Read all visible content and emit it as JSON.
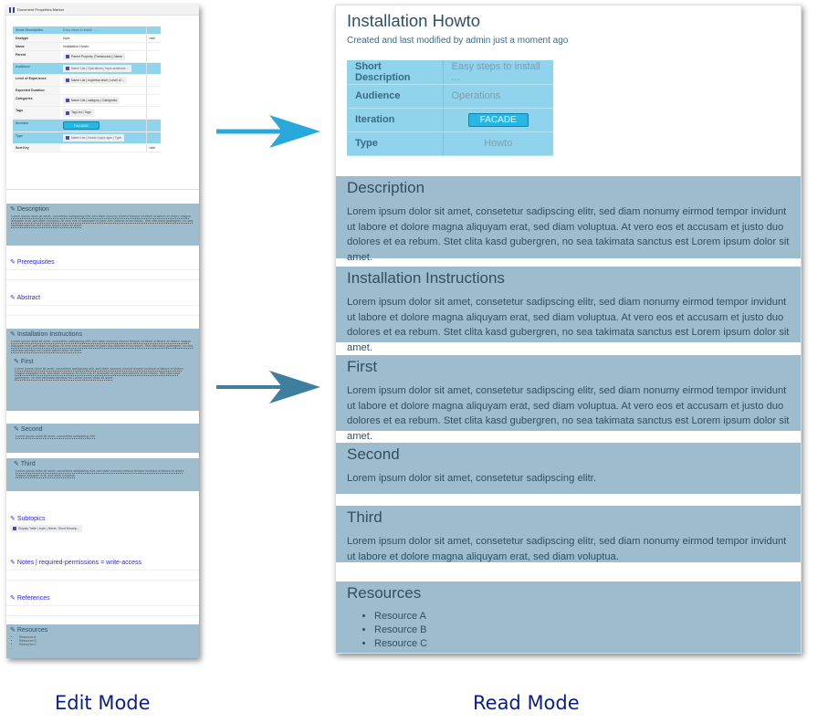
{
  "edit": {
    "title": "Document Properties Marker",
    "props": [
      {
        "k": "Short Description",
        "v": "Easy steps to install ...",
        "hl": true
      },
      {
        "k": "Doctype",
        "v": "topic",
        "hide": "hide"
      },
      {
        "k": "Name",
        "v": "Installation Howto"
      },
      {
        "k": "Parent",
        "chip": "Parent Property (Translusion) | Name"
      },
      {
        "k": "Audience",
        "chip": "Name List | Operations | topic-audience ...",
        "hl": true
      },
      {
        "k": "Level of Experience",
        "chip": "Name List | expertise-level | Level of ..."
      },
      {
        "k": "Expected Duration",
        "v": ""
      },
      {
        "k": "Categories",
        "chip": "Name List | category | Categories"
      },
      {
        "k": "Tags",
        "chip": "Tag List | Tags"
      },
      {
        "k": "Iteration",
        "button": "FACADE",
        "hl": true
      },
      {
        "k": "Type",
        "chip": "Name List | Howto | topic-type | Type",
        "hl": true
      },
      {
        "k": "Sort Key",
        "v": "",
        "hide": "hide"
      }
    ],
    "lorem_long": "Lorem ipsum dolor sit amet, consetetur sadipscing elitr, sed diam nonumy eirmod tempor invidunt ut labore et dolore magna aliquyam erat, sed diam voluptua. At vero eos et accusam et justo duo dolores et ea rebum. Stet clita kasd gubergren, no sea takimata sanctus est Lorem ipsum dolor sit amet.",
    "lorem_short": "Lorem ipsum dolor sit amet, consetetur sadipscing elitr.",
    "lorem_third": "Lorem ipsum dolor sit amet, consetetur sadipscing elitr, sed diam nonumy eirmod tempor invidunt ut labore et dolore magna aliquyam erat, sed diam voluptua.",
    "sections": {
      "description": "Description",
      "prerequisites": "Prerequisites",
      "abstract": "Abstract",
      "installation": "Installation Instructions",
      "first": "First",
      "second": "Second",
      "third": "Third",
      "subtopics": "Subtopics",
      "subtopics_chip": "Display Table | topic | Name, Short Descrip...",
      "notes": "Notes | required-permissions = write-access",
      "references": "References",
      "resources": "Resources"
    },
    "resources": [
      "Resource A",
      "Resource B",
      "Resource C"
    ]
  },
  "read": {
    "title": "Installation Howto",
    "meta": "Created and last modified by admin just a moment ago",
    "props": [
      {
        "k": "Short Description",
        "v": "Easy steps to install ..."
      },
      {
        "k": "Audience",
        "v": "Operations"
      },
      {
        "k": "Iteration",
        "button": "FACADE"
      },
      {
        "k": "Type",
        "v": "Howto"
      }
    ],
    "sections": {
      "description": "Description",
      "installation": "Installation Instructions",
      "first": "First",
      "second": "Second",
      "third": "Third",
      "resources": "Resources"
    },
    "lorem_long": "Lorem ipsum dolor sit amet, consetetur sadipscing elitr, sed diam nonumy eirmod tempor invidunt ut labore et dolore magna aliquyam erat, sed diam voluptua. At vero eos et accusam et justo duo dolores et ea rebum. Stet clita kasd gubergren, no sea takimata sanctus est Lorem ipsum dolor sit amet.",
    "lorem_short": "Lorem ipsum dolor sit amet, consetetur sadipscing elitr.",
    "lorem_third": "Lorem ipsum dolor sit amet, consetetur sadipscing elitr, sed diam nonumy eirmod tempor invidunt ut labore et dolore magna aliquyam erat, sed diam voluptua.",
    "resources": [
      "Resource A",
      "Resource B",
      "Resource C"
    ]
  },
  "captions": {
    "edit": "Edit Mode",
    "read": "Read Mode"
  },
  "colors": {
    "section_bg": "#9dbccd",
    "props_bg": "#8fd3ec",
    "arrow_top": "#29a8dc",
    "arrow_bottom": "#3e7fa0",
    "caption": "#0a1e8a"
  }
}
